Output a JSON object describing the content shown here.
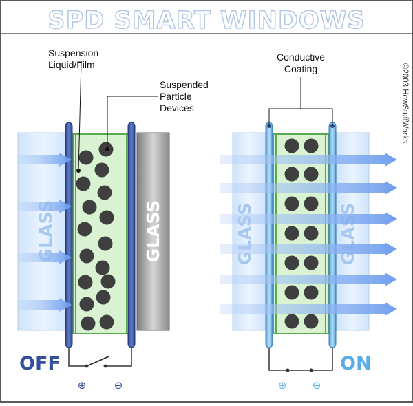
{
  "title": "SPD SMART WINDOWS",
  "labels": {
    "suspension": [
      "Suspension",
      "Liquid/Film"
    ],
    "particles": [
      "Suspended",
      "Particle",
      "Devices"
    ],
    "conductive": [
      "Conductive",
      "Coating"
    ]
  },
  "glass_label": "GLASS",
  "state_off": "OFF",
  "state_on": "ON",
  "terminal_plus": "⊕",
  "terminal_minus": "⊖",
  "credit": "©2003 HowStuffWorks",
  "colors": {
    "title_fill": "#ffffff",
    "title_outline": "#b2c6e3",
    "frame": "#5a5a5a",
    "off_electrode": "#34509a",
    "on_electrode": "#6ab3e6",
    "film": "#d8f2d2",
    "film_edge": "#5aa84f",
    "particle": "#3f3f3f",
    "arrow": "#8fb4f0",
    "off_text": "#34509a",
    "on_text": "#5aaee8"
  }
}
